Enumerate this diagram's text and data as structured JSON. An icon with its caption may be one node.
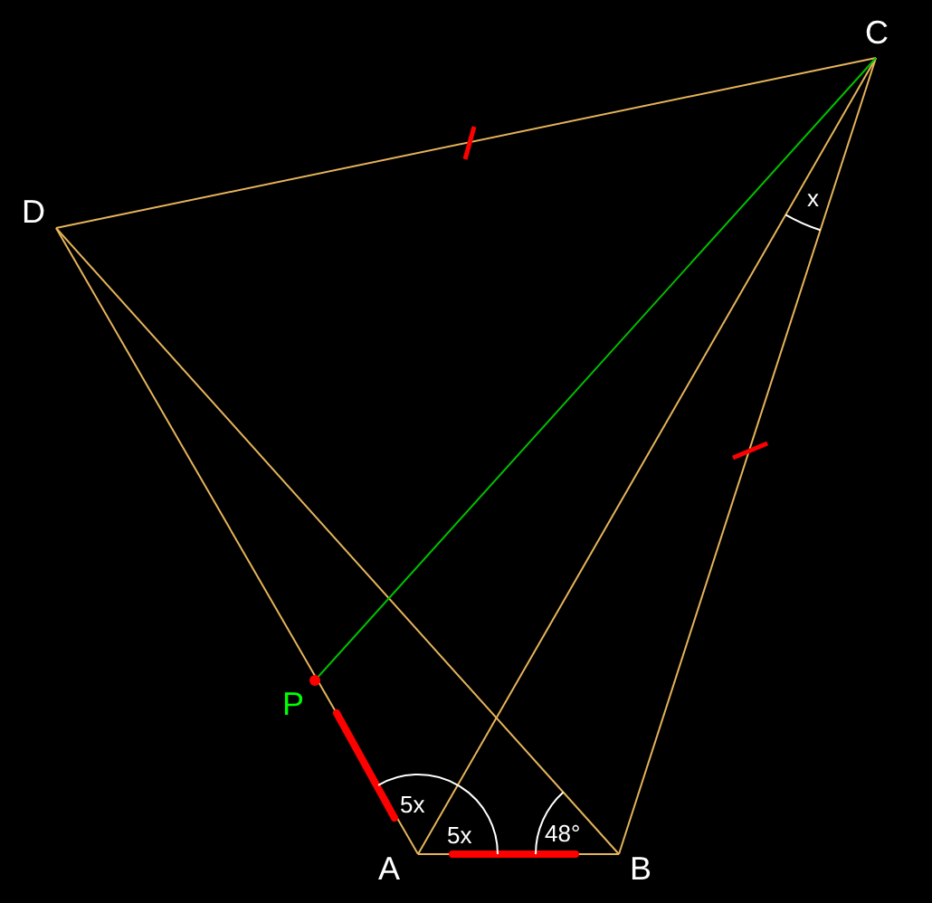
{
  "diagram": {
    "labels": [
      "C",
      "D",
      "x",
      "P",
      "5x",
      "5x",
      "48°",
      "A",
      "B"
    ]
  }
}
